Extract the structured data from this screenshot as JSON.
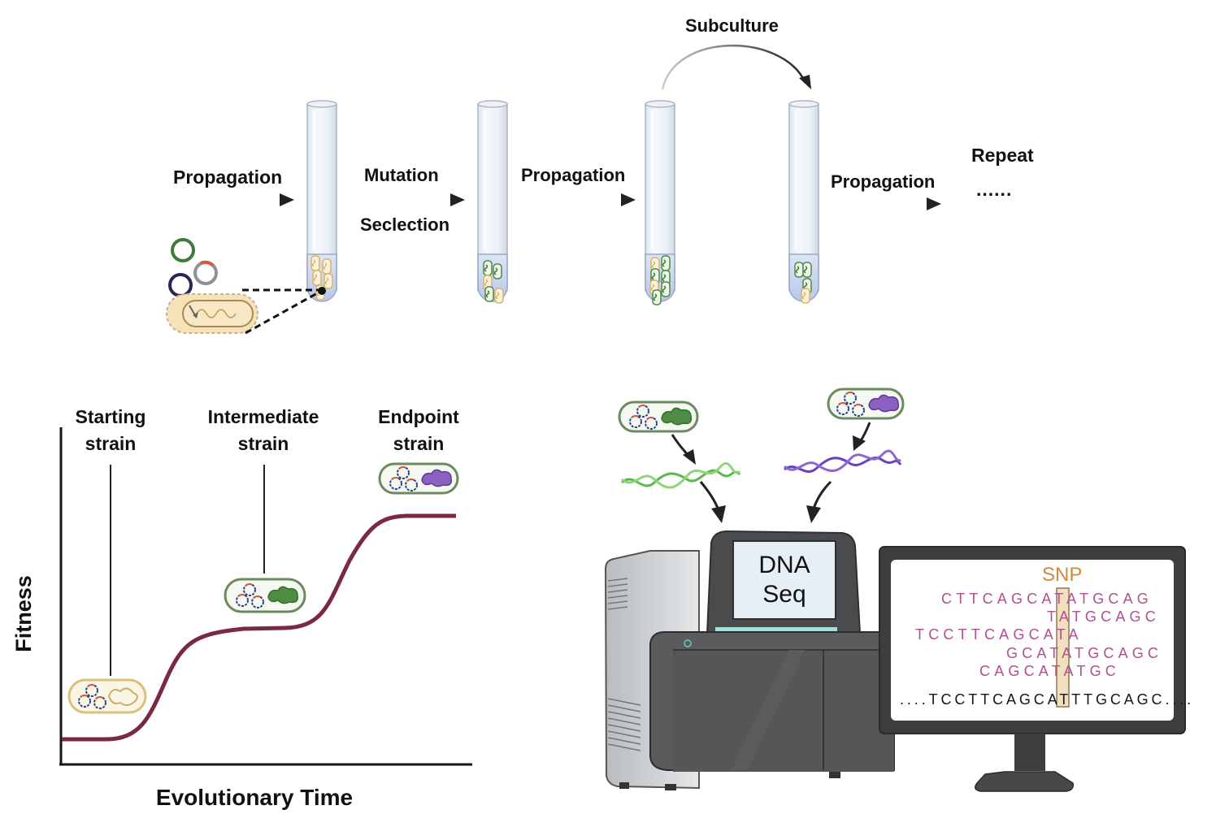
{
  "workflow": {
    "steps": [
      {
        "label": "Propagation"
      },
      {
        "label_top": "Mutation",
        "label_bottom": "Seclection"
      },
      {
        "label": "Propagation"
      },
      {
        "label": "Subculture"
      },
      {
        "label": "Propagation"
      },
      {
        "label": "Repeat",
        "continuation": "......"
      }
    ],
    "tubes": [
      "tube-1",
      "tube-2",
      "tube-3",
      "tube-4"
    ]
  },
  "fitness_plot": {
    "ylabel": "Fitness",
    "xlabel": "Evolutionary Time",
    "strains": [
      {
        "line1": "Starting",
        "line2": "strain"
      },
      {
        "line1": "Intermediate",
        "line2": "strain"
      },
      {
        "line1": "Endpoint",
        "line2": "strain"
      }
    ],
    "colors": {
      "curve": "#7a2a3e",
      "axis": "#151515"
    }
  },
  "sequencing": {
    "instrument_screen": {
      "line1": "DNA",
      "line2": "Seq"
    },
    "snp_label": "SNP",
    "reads": [
      "CTTCAGCATATGCAG",
      "TATGCAGC",
      "TCCTTCAGCATA",
      "GCATATGCAGC",
      "CAGCATATGC"
    ],
    "reference": "....TCCTTCAGCATTTGCAGC....",
    "colors": {
      "reads": "#b0508f",
      "snp": "#d08a3c",
      "snp_highlight": "#f1dfbd"
    }
  }
}
